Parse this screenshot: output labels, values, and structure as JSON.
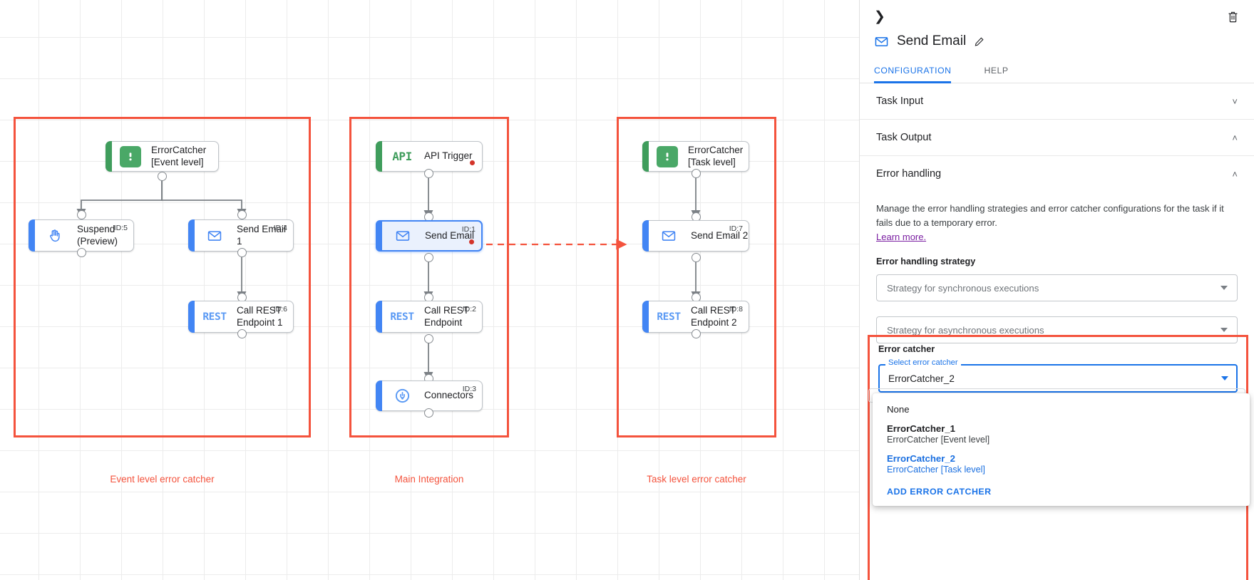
{
  "canvas": {
    "groups": [
      {
        "caption": "Event level error catcher"
      },
      {
        "caption": "Main Integration"
      },
      {
        "caption": "Task level error catcher"
      }
    ],
    "nodes": [
      {
        "id": "errorcatcher-event",
        "label": "ErrorCatcher\n[Event level]",
        "icon": "error-catcher-icon",
        "accent": "green",
        "badge": ""
      },
      {
        "id": "suspend",
        "label": "Suspend\n(Preview)",
        "icon": "hand-icon",
        "accent": "blue",
        "badge": "ID:5"
      },
      {
        "id": "send-email-1",
        "label": "Send Email 1",
        "icon": "mail-icon",
        "accent": "blue",
        "badge": "ID:4"
      },
      {
        "id": "call-rest-endpoint-1",
        "label": "Call REST\nEndpoint 1",
        "icon": "rest-icon",
        "accent": "blue",
        "badge": "ID:6"
      },
      {
        "id": "api-trigger",
        "label": "API Trigger",
        "icon": "api-icon",
        "accent": "green",
        "badge": ""
      },
      {
        "id": "send-email",
        "label": "Send Email",
        "icon": "mail-icon",
        "accent": "blue",
        "badge": "ID:1"
      },
      {
        "id": "call-rest-endpoint",
        "label": "Call REST\nEndpoint",
        "icon": "rest-icon",
        "accent": "blue",
        "badge": "ID:2"
      },
      {
        "id": "connectors",
        "label": "Connectors",
        "icon": "connectors-icon",
        "accent": "blue",
        "badge": "ID:3"
      },
      {
        "id": "errorcatcher-task",
        "label": "ErrorCatcher\n[Task level]",
        "icon": "error-catcher-icon",
        "accent": "green",
        "badge": ""
      },
      {
        "id": "send-email-2",
        "label": "Send Email 2",
        "icon": "mail-icon",
        "accent": "blue",
        "badge": "ID:7"
      },
      {
        "id": "call-rest-endpoint-2",
        "label": "Call REST\nEndpoint 2",
        "icon": "rest-icon",
        "accent": "blue",
        "badge": "ID:8"
      }
    ],
    "colors": {
      "frame": "#f4533d",
      "green": "#3f9d5c",
      "blue": "#4285f4",
      "error_dot": "#d3342a"
    }
  },
  "panel": {
    "header": {
      "collapse_icon": "chevron-right-icon",
      "delete_icon": "trash-icon",
      "task_icon": "mail-icon",
      "title": "Send Email",
      "edit_icon": "pencil-icon"
    },
    "tabs": [
      {
        "label": "CONFIGURATION",
        "active": true
      },
      {
        "label": "HELP",
        "active": false
      }
    ],
    "sections": [
      {
        "title": "Task Input",
        "state": "collapsed",
        "caret": "chevron-down-icon"
      },
      {
        "title": "Task Output",
        "state": "expanded",
        "caret": "chevron-up-icon"
      },
      {
        "title": "Error handling",
        "state": "expanded",
        "caret": "chevron-up-icon"
      }
    ],
    "error_handling": {
      "description": "Manage the error handling strategies and error catcher configurations for the task if it fails due to a temporary error.",
      "learn_more": "Learn more.",
      "strategy_label": "Error handling strategy",
      "sync_placeholder": "Strategy for synchronous executions",
      "async_placeholder": "Strategy for asynchronous executions"
    },
    "error_catcher": {
      "label": "Error catcher",
      "float_label": "Select error catcher",
      "value": "ErrorCatcher_2",
      "options": [
        {
          "name": "None",
          "sub": "",
          "selected": false,
          "bold": false
        },
        {
          "name": "ErrorCatcher_1",
          "sub": "ErrorCatcher [Event level]",
          "selected": false,
          "bold": true
        },
        {
          "name": "ErrorCatcher_2",
          "sub": "ErrorCatcher [Task level]",
          "selected": true,
          "bold": true
        }
      ],
      "add_label": "ADD ERROR CATCHER"
    },
    "colors": {
      "accent": "#1a73e8",
      "link": "#7b1fa2",
      "highlight": "#f4533d"
    }
  }
}
